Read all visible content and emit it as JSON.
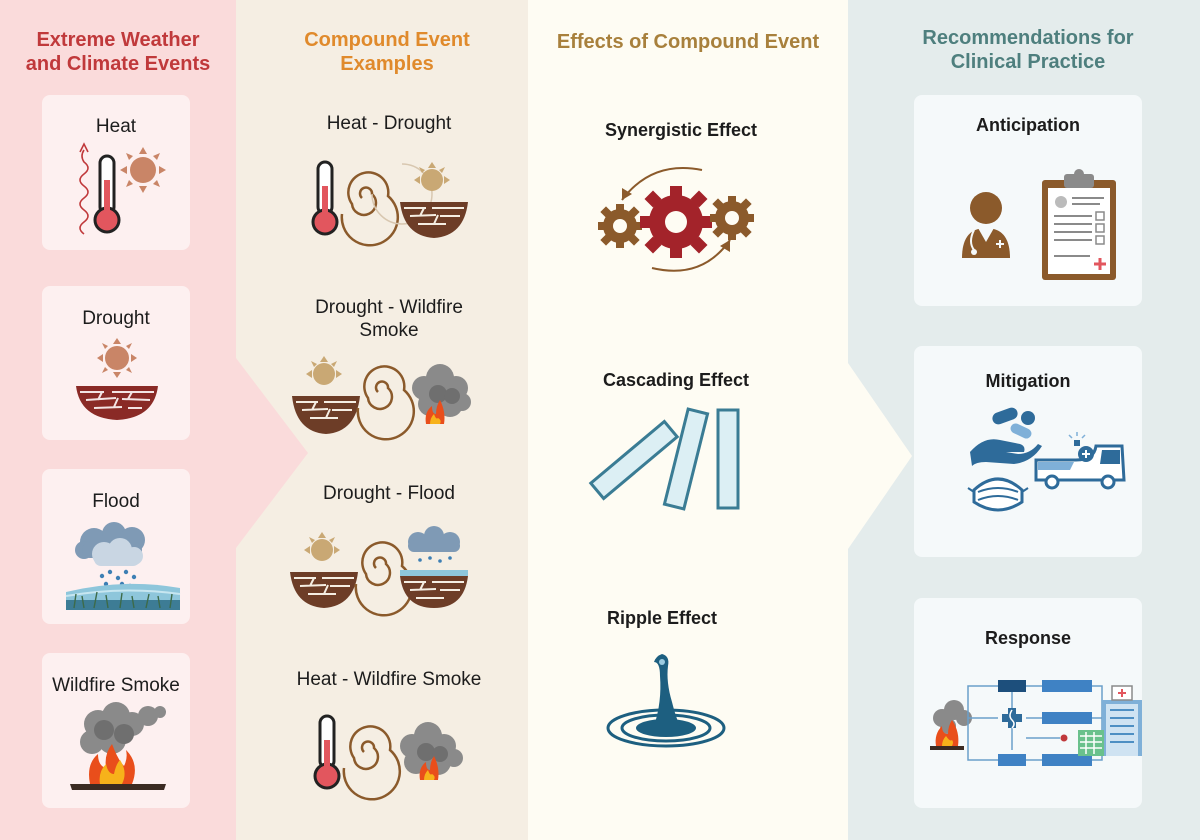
{
  "columns": {
    "weather": {
      "title_line1": "Extreme Weather",
      "title_line2": "and Climate Events",
      "items": [
        "Heat",
        "Drought",
        "Flood",
        "Wildfire Smoke"
      ]
    },
    "examples": {
      "title_line1": "Compound Event",
      "title_line2": "Examples",
      "items": [
        {
          "line1": "Heat - Drought",
          "line2": ""
        },
        {
          "line1": "Drought - Wildfire",
          "line2": "Smoke"
        },
        {
          "line1": "Drought - Flood",
          "line2": ""
        },
        {
          "line1": "Heat - Wildfire Smoke",
          "line2": ""
        }
      ]
    },
    "effects": {
      "title": "Effects of Compound Event",
      "items": [
        "Synergistic Effect",
        "Cascading Effect",
        "Ripple Effect"
      ]
    },
    "recommendations": {
      "title_line1": "Recommendations for",
      "title_line2": "Clinical Practice",
      "items": [
        "Anticipation",
        "Mitigation",
        "Response"
      ]
    }
  },
  "colors": {
    "weather_title": "#c0393b",
    "examples_title": "#e08a2c",
    "effects_title": "#a8803c",
    "recommendations_title": "#4e7f7e",
    "thermometer_red": "#e2565e",
    "sun": "#c98567",
    "cracked_earth": "#8a2a26",
    "gear": "#8b5a2b",
    "gear_center": "#a3232a",
    "domino": "#3a7c94",
    "water": "#1d5f80",
    "doctor": "#8b5a2b",
    "mitigation_blue": "#2e6b9a"
  },
  "icons": [
    "thermometer-icon",
    "sun-icon",
    "cracked-earth-icon",
    "rain-cloud-icon",
    "fire-icon",
    "swirl-icon",
    "gears-icon",
    "dominoes-icon",
    "water-drop-icon",
    "doctor-icon",
    "clipboard-icon",
    "pills-hand-icon",
    "mask-icon",
    "ambulance-icon",
    "flowchart-icon",
    "hospital-icon"
  ]
}
